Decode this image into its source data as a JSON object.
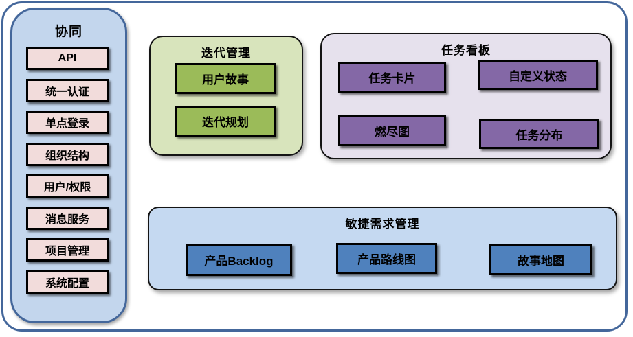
{
  "sidebar": {
    "title": "协同",
    "items": [
      "API",
      "统一认证",
      "单点登录",
      "组织结构",
      "用户/权限",
      "消息服务",
      "项目管理",
      "系统配置"
    ]
  },
  "panels": {
    "iteration": {
      "title": "迭代管理",
      "items": [
        "用户故事",
        "迭代规划"
      ]
    },
    "taskboard": {
      "title": "任务看板",
      "items": [
        "任务卡片",
        "自定义状态",
        "燃尽图",
        "任务分布"
      ]
    },
    "requirements": {
      "title": "敏捷需求管理",
      "items": [
        "产品Backlog",
        "产品路线图",
        "故事地图"
      ]
    }
  },
  "colors": {
    "frame_border": "#44679b",
    "sidebar_fill": "#c3d6ed",
    "sidebar_item_fill": "#f2dcdb",
    "iteration_panel_fill": "#d8e4bc",
    "iteration_item_fill": "#9bbb59",
    "taskboard_panel_fill": "#e6e1ed",
    "taskboard_item_fill": "#8468a6",
    "requirements_panel_fill": "#c5d9f1",
    "requirements_item_fill": "#4f81bd",
    "box_border": "#000000",
    "text": "#000000"
  }
}
